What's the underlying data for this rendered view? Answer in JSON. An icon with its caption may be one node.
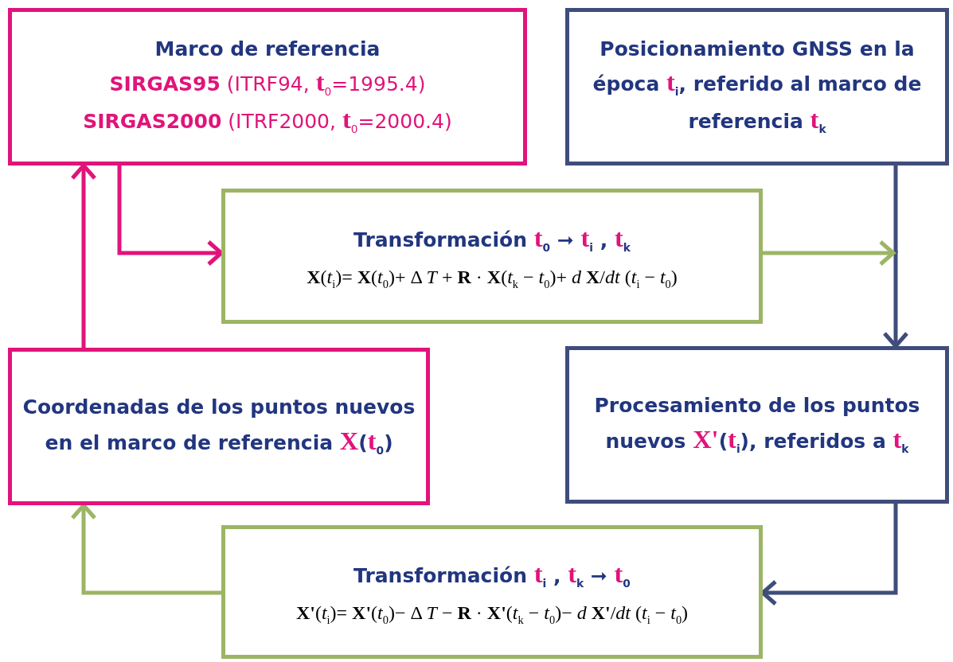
{
  "diagram": {
    "nodes": [
      {
        "text": [
          "Marco de referencia",
          "**SIRGAS95** (ITRF94, **t**$_{0}$=1995.4)",
          "**SIRGAS2000** (ITRF2000, **t**$_{0}$=2000.4)"
        ]
      },
      {
        "text": [
          "Posicionamiento GNSS en la época **t**$_{i}$, referido al marco de referencia **t**$_{k}$"
        ]
      },
      {
        "text": [
          "Transformación **t**$_{0}$ ➞ **t**$_{i}$ , **t**$_{k}$",
          "**X**(*t*$_{i}$)= **X**(*t*$_{0}$)+ Δ *T* + **R** · **X**(*t*$_{k}$ − *t*$_{0}$)+ *d* **X**/*dt* (*t*$_{i}$ − *t*$_{0}$)"
        ]
      },
      {
        "text": [
          "Coordenadas de los puntos nuevos en el marco de referencia **X**(**t**$_{0}$)"
        ]
      },
      {
        "text": [
          "Procesamiento de los puntos nuevos **X'**(**t**$_{i}$), referidos a **t**$_{k}$"
        ]
      },
      {
        "text": [
          "Transformación **t**$_{i}$ , **t**$_{k}$ ➞ **t**$_{0}$",
          "**X'**(*t*$_{i}$)= **X'**(*t*$_{0}$)− Δ *T* − **R** · **X'**(*t*$_{k}$ − *t*$_{0}$)− *d* **X'**/*dt* (*t*$_{i}$ − *t*$_{0}$)"
        ]
      }
    ],
    "edges": [
      {
        "from": 0,
        "to": 2,
        "arrow": "to",
        "color": "#e0147a"
      },
      {
        "from": 1,
        "to": 4,
        "arrow": "to",
        "color": "#3f4d7c"
      },
      {
        "from": 2,
        "to": 4,
        "arrow": "to",
        "color": "#9cb565"
      },
      {
        "from": 4,
        "to": 5,
        "arrow": "to",
        "color": "#3f4d7c"
      },
      {
        "from": 5,
        "to": 3,
        "arrow": "to",
        "color": "#9cb565"
      },
      {
        "from": 3,
        "to": 0,
        "arrow": "to",
        "color": "#e0147a"
      }
    ]
  }
}
